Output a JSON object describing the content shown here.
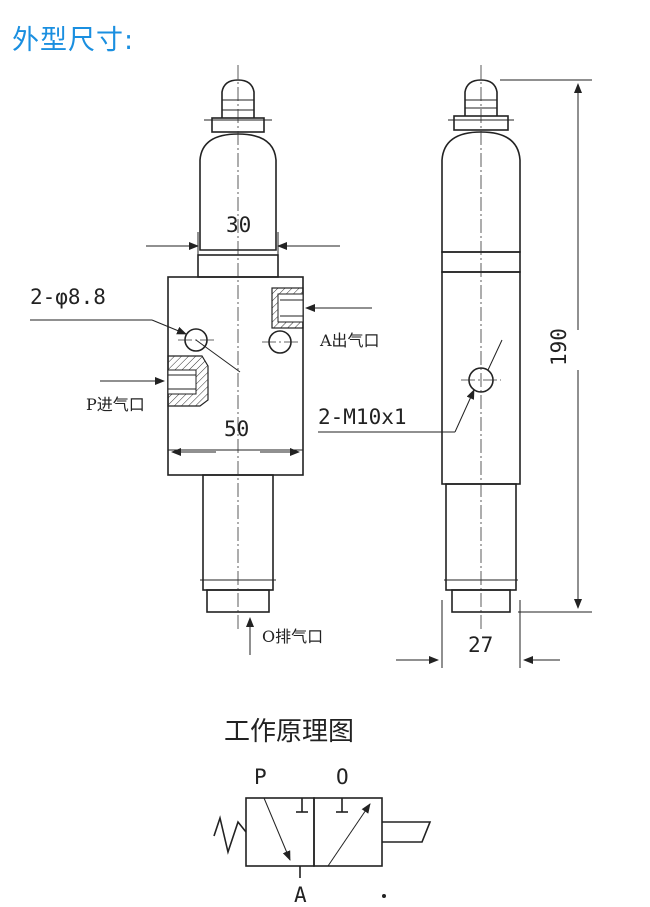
{
  "heading": "外型尺寸:",
  "dimensions": {
    "width_top": "30",
    "port_holes": "2-φ8.8",
    "body_width": "50",
    "thread": "2-M10x1",
    "height": "190",
    "depth": "27"
  },
  "ports": {
    "outlet_a": "A出气口",
    "inlet_p": "P进气口",
    "exhaust_o": "O排气口"
  },
  "schematic": {
    "title": "工作原理图",
    "label_p": "P",
    "label_o": "O",
    "label_a": "A"
  }
}
